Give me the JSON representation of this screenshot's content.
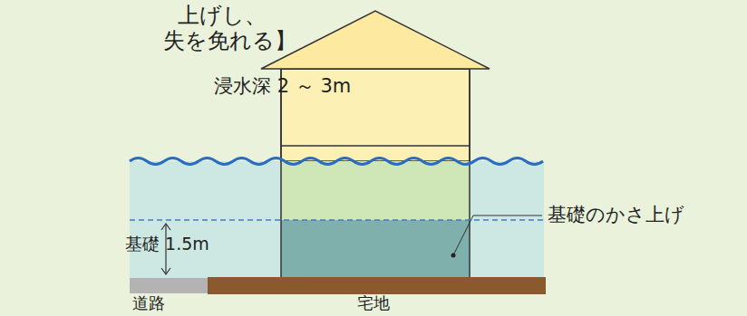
{
  "diagram": {
    "labels": [
      "上げし、",
      "失を免れる】",
      "浸水深 2 ～ 3m",
      "基礎のかさ上げ",
      "基礎 1.5m",
      "道路",
      "宅地"
    ]
  }
}
